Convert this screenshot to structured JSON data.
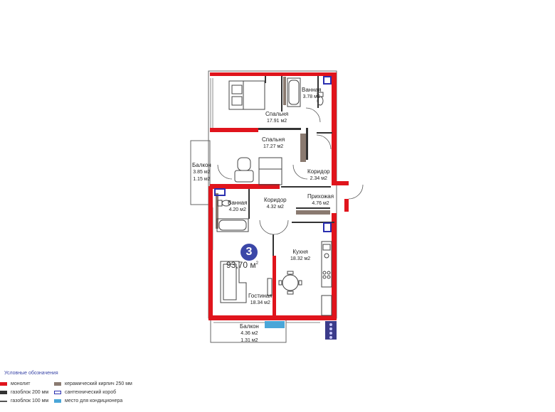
{
  "apartment": {
    "rooms_count": "3",
    "total_area": "93,70 м",
    "area_sup": "2"
  },
  "rooms": {
    "bathroom1": {
      "name": "Ванная",
      "area": "3.78 м2"
    },
    "bedroom1": {
      "name": "Спальня",
      "area": "17.91 м2"
    },
    "bedroom2": {
      "name": "Спальня",
      "area": "17.27 м2"
    },
    "balcony1": {
      "name": "Балкон",
      "area": "3.85 м2",
      "area2": "1.15 м2"
    },
    "corridor1": {
      "name": "Коридор",
      "area": "2.34 м2"
    },
    "bathroom2": {
      "name": "Ванная",
      "area": "4.20 м2"
    },
    "corridor2": {
      "name": "Коридор",
      "area": "4.32 м2"
    },
    "hallway": {
      "name": "Прихожая",
      "area": "4.76 м2"
    },
    "kitchen": {
      "name": "Кухня",
      "area": "18.32 м2"
    },
    "living": {
      "name": "Гостиная",
      "area": "18.34 м2"
    },
    "balcony2": {
      "name": "Балкон",
      "area": "4.36 м2",
      "area2": "1.31 м2"
    }
  },
  "legend": {
    "title": "Условные обозначения",
    "items": [
      {
        "label": "монолит",
        "color": "#e0141c"
      },
      {
        "label": "газоблок 200 мм",
        "color": "#333333"
      },
      {
        "label": "газоблок 100 мм",
        "color": "#555555"
      },
      {
        "label": "керамический кирпич 250 мм",
        "color": "#8a7a70"
      },
      {
        "label": "сантехнический короб",
        "color": "#2a2fb0"
      },
      {
        "label": "место для кондиционера",
        "color": "#4aa6d8"
      }
    ]
  },
  "colors": {
    "monolith": "#e0141c",
    "wall": "#333333",
    "brick": "#8a7a70",
    "box": "#2a2fb0",
    "ac": "#4aa6d8",
    "accent": "#3b47a8"
  }
}
